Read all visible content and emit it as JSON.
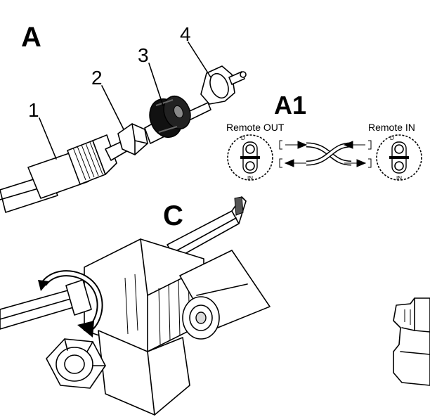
{
  "panels": {
    "a": {
      "label": "A"
    },
    "a1": {
      "label": "A1"
    },
    "c": {
      "label": "C"
    }
  },
  "callouts": [
    "1",
    "2",
    "3",
    "4"
  ],
  "remote": {
    "out_label": "Remote OUT",
    "in_label": "Remote IN",
    "dial_top_mark": "D",
    "dial_bottom_mark": "IN"
  },
  "colors": {
    "ink": "#000000",
    "paper": "#ffffff",
    "shade": "#d9d9d9"
  }
}
